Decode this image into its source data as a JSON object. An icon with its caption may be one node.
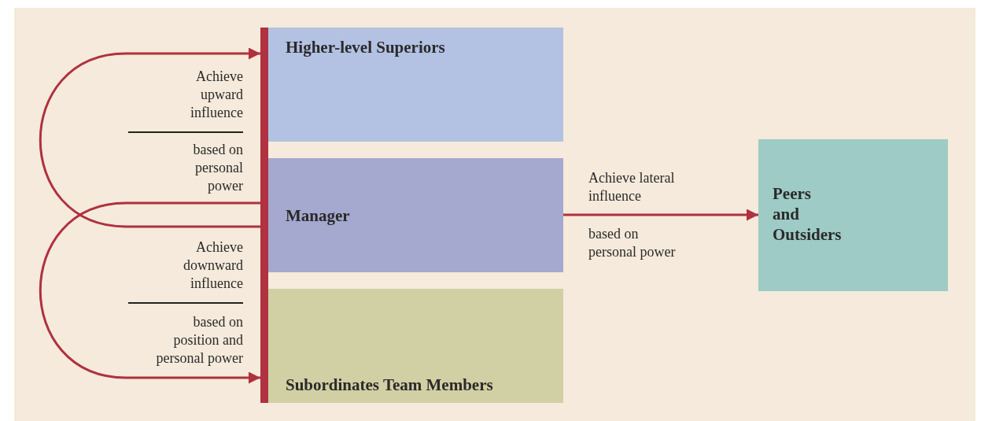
{
  "diagram": {
    "nodes": [
      {
        "text": [
          "Higher-level Superiors"
        ]
      },
      {
        "text": [
          "Manager"
        ]
      },
      {
        "text": [
          "Subordinates Team Members"
        ]
      },
      {
        "text": [
          "Peers and Outsiders"
        ]
      }
    ],
    "edges": [
      {
        "from": 1,
        "to": 0,
        "arrow": "to"
      },
      {
        "from": 1,
        "to": 2,
        "arrow": "to"
      },
      {
        "from": 1,
        "to": 3,
        "arrow": "to"
      }
    ],
    "labels": [
      "Achieve upward influence",
      "based on personal power",
      "Achieve downward influence",
      "based on position and personal power",
      "Achieve lateral influence",
      "based on personal power"
    ]
  }
}
